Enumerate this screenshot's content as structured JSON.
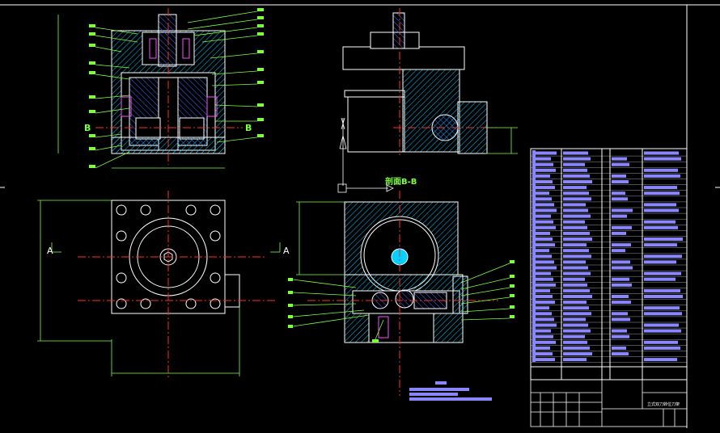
{
  "labels": {
    "section_b_left": "B",
    "section_b_right": "B",
    "section_a_left": "A",
    "section_a_right": "A",
    "section_bb_title": "剖面B-B"
  },
  "title_block": {
    "drawing_name": "立式双刀转位刀架"
  },
  "colors": {
    "background": "#000000",
    "outline": "#ffffff",
    "hatch": "#00ffff",
    "centerline": "#ff2b2b",
    "dimension": "#7cff3c",
    "bom_fill": "#8a86ff",
    "fastener": "#ff4cff"
  }
}
